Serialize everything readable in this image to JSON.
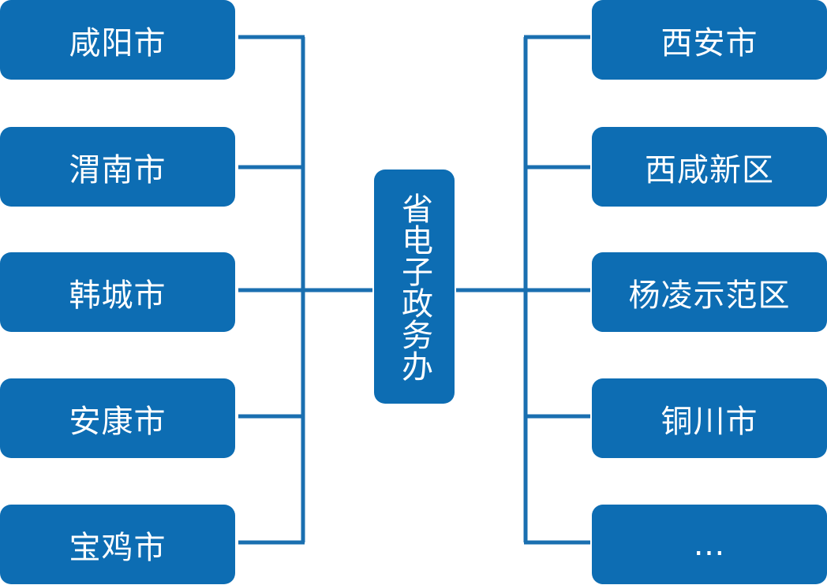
{
  "center": {
    "label": "省电子政务办"
  },
  "left_nodes": [
    {
      "label": "咸阳市"
    },
    {
      "label": "渭南市"
    },
    {
      "label": "韩城市"
    },
    {
      "label": "安康市"
    },
    {
      "label": "宝鸡市"
    }
  ],
  "right_nodes": [
    {
      "label": "西安市"
    },
    {
      "label": "西咸新区"
    },
    {
      "label": "杨凌示范区"
    },
    {
      "label": "铜川市"
    },
    {
      "label": "…"
    }
  ],
  "colors": {
    "node_fill": "#0d6db3",
    "connector": "#1a6fb0",
    "text": "#ffffff"
  }
}
